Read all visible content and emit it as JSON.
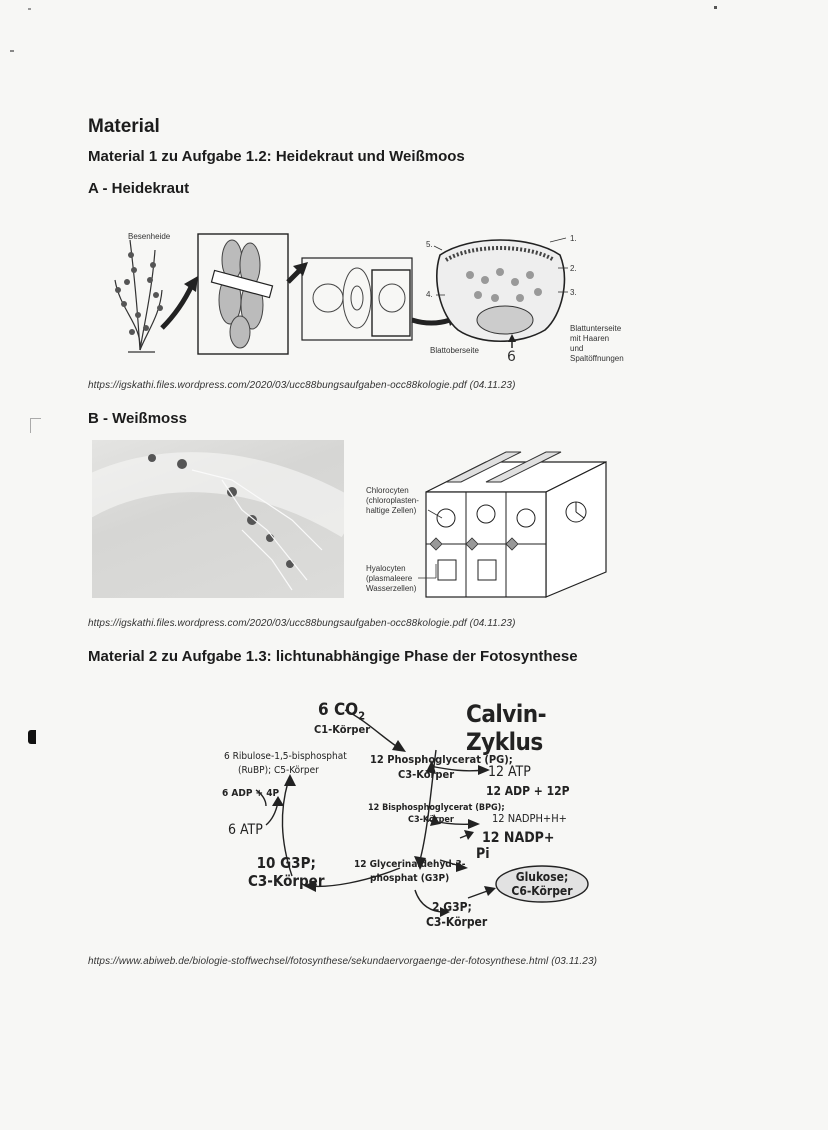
{
  "doc": {
    "title": "Material",
    "m1_title": "Material 1 zu Aufgabe 1.2: Heidekraut und Weißmoos",
    "a_title": "A - Heidekraut",
    "a_labels": {
      "plant": "Besenheide",
      "n1": "1.",
      "n2": "2.",
      "n3": "3.",
      "n4": "4.",
      "n5": "5.",
      "top": "Blattoberseite",
      "bottom_line1": "Blattunterseite",
      "bottom_line2": "mit Haaren und",
      "bottom_line3": "Spaltöffnungen",
      "hand": "6"
    },
    "source1": "https://igskathi.files.wordpress.com/2020/03/ucc88bungsaufgaben-occ88kologie.pdf (04.11.23)",
    "b_title": "B - Weißmoss",
    "b_labels": {
      "chl1": "Chlorocyten",
      "chl2": "(chloroplasten-",
      "chl3": "haltige Zellen)",
      "hya1": "Hyalocyten",
      "hya2": "(plasmaleere",
      "hya3": "Wasserzellen)"
    },
    "source2": "https://igskathi.files.wordpress.com/2020/03/ucc88bungsaufgaben-occ88kologie.pdf (04.11.23)",
    "m2_title": "Material 2 zu Aufgabe 1.3: lichtunabhängige Phase der Fotosynthese",
    "calvin": {
      "title": "Calvin-Zyklus",
      "co2": "6 CO",
      "co2_sub": "2",
      "c1": "C1-Körper",
      "rubp1": "6 Ribulose-1,5-bisphosphat",
      "rubp2": "(RuBP); C5-Körper",
      "pg1": "12 Phosphoglycerat (PG);",
      "pg2": "C3-Körper",
      "atp12": "12 ATP",
      "adp12": "12 ADP + 12P",
      "adp6": "6 ADP + 4P",
      "bpg1": "12 Bisphosphoglycerat (BPG);",
      "bpg2": "C3-Körper",
      "nadph": "12 NADPH+H+",
      "nadp": "12 NADP+",
      "pi": "Pi",
      "atp6": "6 ATP",
      "g3p10a": "10 G3P;",
      "g3p10b": "C3-Körper",
      "gap1": "12 Glycerinaldehyd-3-",
      "gap2": "phosphat (G3P)",
      "glu1": "Glukose;",
      "glu2": "C6-Körper",
      "g3p2a": "2 G3P;",
      "g3p2b": "C3-Körper"
    },
    "source3": "https://www.abiweb.de/biologie-stoffwechsel/fotosynthese/sekundaervorgaenge-der-fotosynthese.html (03.11.23)"
  }
}
